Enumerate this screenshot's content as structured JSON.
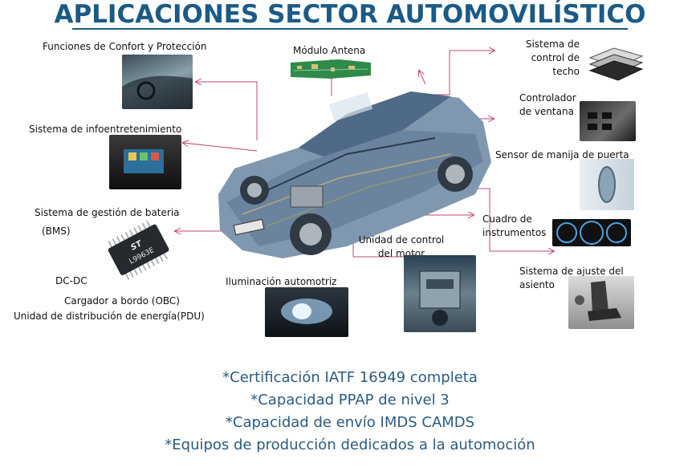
{
  "title": "APLICACIONES SECTOR AUTOMOVILÍSTICO",
  "labels": {
    "confort": "Funciones de Confort y Protección",
    "antena": "Módulo Antena",
    "techo": "Sistema de\ncontrol de\ntecho",
    "ventana": "Controlador\nde ventana",
    "infoent": "Sistema de infoentretenimiento",
    "manija": "Sensor de manija de puerta",
    "bateria": "Sistema de gestión de bateria",
    "bms": "(BMS)",
    "cuadro": "Cuadro de\ninstrumentos",
    "motor": "Unidad de control\ndel motor",
    "asiento": "Sistema de ajuste del\nasiento",
    "dcdc": "DC-DC",
    "iluminacion": "Iluminación automotriz",
    "obc": "Cargador a bordo (OBC)",
    "pdu": "Unidad de distribución de energía(PDU)"
  },
  "chip_text": {
    "logo": "ST",
    "part": "L9963E"
  },
  "notes": [
    "*Certificación IATF 16949 completa",
    "*Capacidad PPAP de nivel 3",
    "*Capacidad de envío IMDS CAMDS",
    "*Equipos de producción dedicados a la automoción"
  ],
  "colors": {
    "title": "#1c5a86",
    "notes": "#2a5b82",
    "connector": "#c2447a",
    "car_body": "#7f98b0"
  }
}
